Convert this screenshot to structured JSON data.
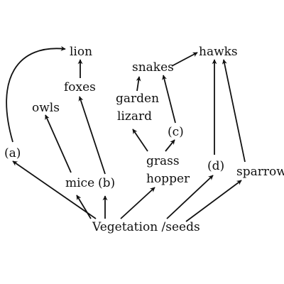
{
  "diagram": {
    "nodes": {
      "vegetation": "Vegetation /seeds",
      "label_a": "(a)",
      "mice": "mice",
      "label_b": "(b)",
      "owls": "owls",
      "foxes": "foxes",
      "lion": "lion",
      "grasshopper_line1": "grass",
      "grasshopper_line2": "hopper",
      "garden_lizard_line1": "garden",
      "garden_lizard_line2": "lizard",
      "label_c": "(c)",
      "snakes": "snakes",
      "hawks": "hawks",
      "label_d": "(d)",
      "sparrow": "sparrow"
    },
    "edges": [
      {
        "from": "vegetation",
        "to": "label_a"
      },
      {
        "from": "vegetation",
        "to": "mice"
      },
      {
        "from": "vegetation",
        "to": "label_b"
      },
      {
        "from": "vegetation",
        "to": "grasshopper"
      },
      {
        "from": "vegetation",
        "to": "label_d"
      },
      {
        "from": "vegetation",
        "to": "sparrow"
      },
      {
        "from": "label_a",
        "to": "lion"
      },
      {
        "from": "mice",
        "to": "owls"
      },
      {
        "from": "label_b",
        "to": "foxes"
      },
      {
        "from": "foxes",
        "to": "lion"
      },
      {
        "from": "grasshopper",
        "to": "garden_lizard"
      },
      {
        "from": "grasshopper",
        "to": "label_c"
      },
      {
        "from": "label_c",
        "to": "snakes"
      },
      {
        "from": "garden_lizard",
        "to": "snakes"
      },
      {
        "from": "snakes",
        "to": "hawks"
      },
      {
        "from": "label_d",
        "to": "hawks"
      },
      {
        "from": "sparrow",
        "to": "hawks"
      }
    ],
    "colors": {
      "ink": "#111111",
      "background": "#ffffff"
    }
  }
}
